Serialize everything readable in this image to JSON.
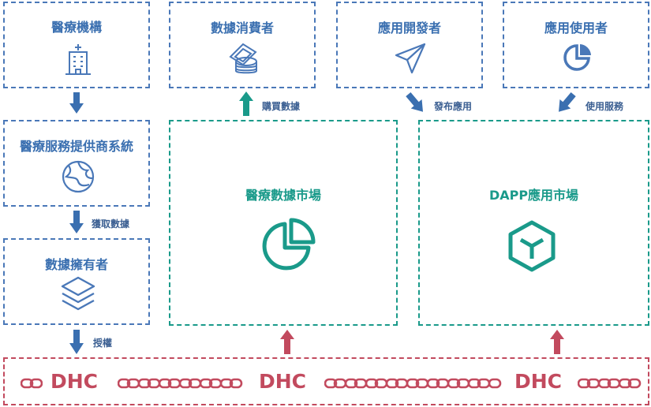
{
  "left_column": {
    "institution": {
      "title": "醫療機構",
      "icon": "hospital-icon"
    },
    "provider": {
      "title": "醫療服務提供商系統",
      "icon": "globe-icon"
    },
    "owner": {
      "title": "數據擁有者",
      "icon": "layers-icon"
    },
    "label_fetch": "獲取數據",
    "label_auth": "授權"
  },
  "top_row": {
    "consumer": {
      "title": "數據消費者",
      "icon": "coins-icon"
    },
    "developer": {
      "title": "應用開發者",
      "icon": "send-icon"
    },
    "user": {
      "title": "應用使用者",
      "icon": "pie-icon"
    }
  },
  "labels": {
    "buy": "購買數據",
    "publish": "發布應用",
    "use": "使用服務"
  },
  "markets": {
    "data_market": {
      "title": "醫療數據市場",
      "icon": "pie-chart-icon"
    },
    "dapp_market": {
      "title": "DAPP應用市場",
      "icon": "cube-icon"
    }
  },
  "chain": {
    "labels": [
      "DHC",
      "DHC",
      "DHC"
    ]
  },
  "colors": {
    "blue": "#4a78b8",
    "green": "#1a9a8a",
    "red": "#c24a5e"
  }
}
